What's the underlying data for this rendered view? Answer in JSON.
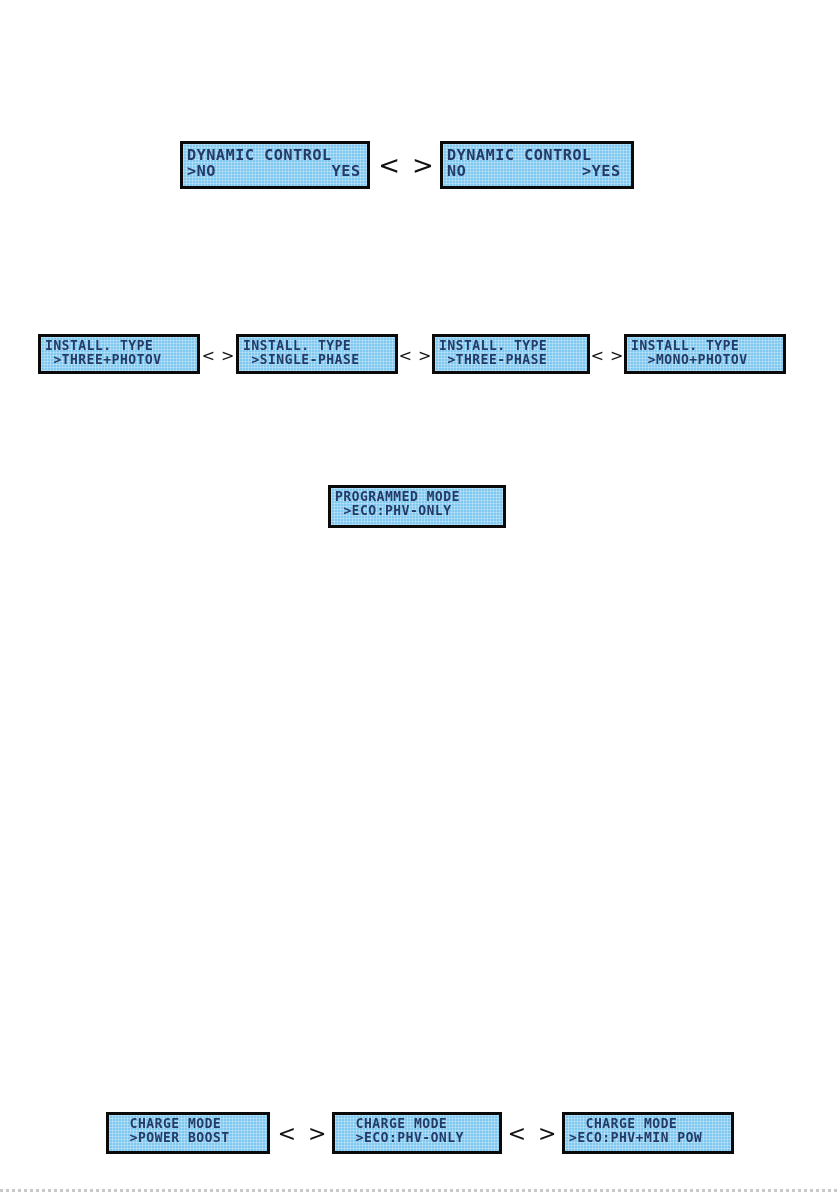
{
  "dynamic_control": {
    "screen_no": {
      "line1": "DYNAMIC CONTROL",
      "line2": ">NO            YES"
    },
    "screen_yes": {
      "line1": "DYNAMIC CONTROL",
      "line2": "NO            >YES"
    },
    "arrow_left": "<",
    "arrow_right": ">"
  },
  "install_type": {
    "screens": [
      {
        "line1": "INSTALL. TYPE",
        "line2": " >THREE+PHOTOV"
      },
      {
        "line1": "INSTALL. TYPE",
        "line2": " >SINGLE-PHASE"
      },
      {
        "line1": "INSTALL. TYPE",
        "line2": " >THREE-PHASE"
      },
      {
        "line1": "INSTALL. TYPE",
        "line2": "  >MONO+PHOTOV"
      }
    ],
    "arrow_left": "<",
    "arrow_right": ">"
  },
  "programmed_mode": {
    "screen": {
      "line1": "PROGRAMMED MODE",
      "line2": " >ECO:PHV-ONLY"
    }
  },
  "charge_mode": {
    "screens": [
      {
        "line1": "  CHARGE MODE",
        "line2": "  >POWER BOOST"
      },
      {
        "line1": "  CHARGE MODE",
        "line2": "  >ECO:PHV-ONLY"
      },
      {
        "line1": "  CHARGE MODE",
        "line2": ">ECO:PHV+MIN POW"
      }
    ],
    "arrow_left": "<",
    "arrow_right": ">"
  },
  "colors": {
    "lcd_background": "#7fc8f0",
    "lcd_text": "#243a66",
    "lcd_border": "#0a0a0a",
    "page_background": "#ffffff"
  }
}
